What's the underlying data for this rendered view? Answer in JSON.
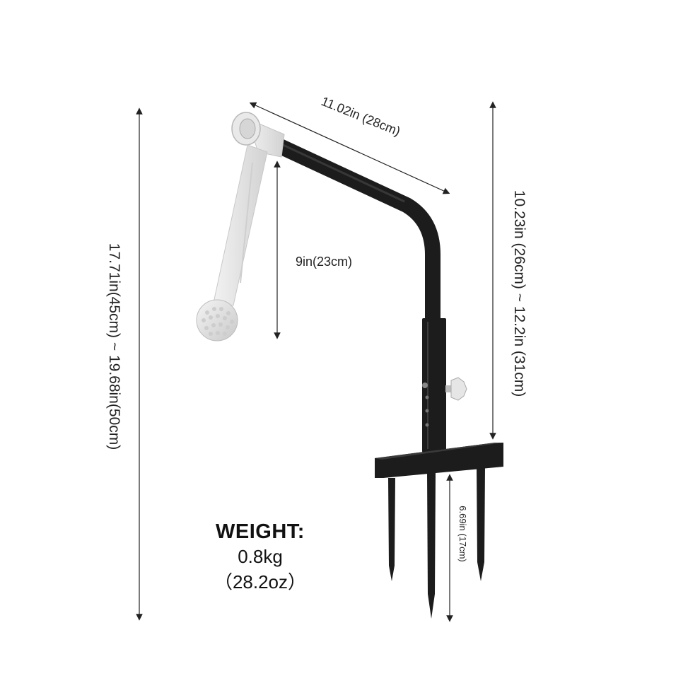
{
  "dimensions": {
    "arm_length": "11.02in (28cm)",
    "drop_length": "9in(23cm)",
    "total_height": "17.71in(45cm) ~ 19.68in(50cm)",
    "post_height": "10.23in (26cm) ~ 12.2in (31cm)",
    "spike_length": "6.69in (17cm)"
  },
  "weight": {
    "title": "WEIGHT:",
    "kg": "0.8kg",
    "oz": "（28.2oz）"
  },
  "colors": {
    "frame": "#1c1c1c",
    "ball_arm": "#e4e4e4",
    "arrow": "#222222"
  }
}
